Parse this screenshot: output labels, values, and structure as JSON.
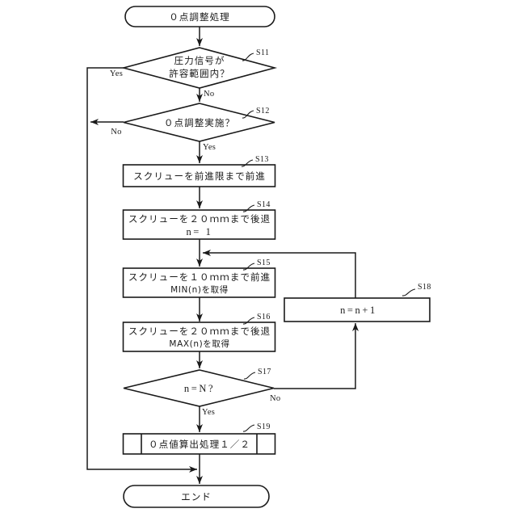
{
  "page": {
    "background_color": "#ffffff",
    "ink_color": "#1a1a1a"
  },
  "flowchart": {
    "start_label": "０点調整処理",
    "end_label": "エンド",
    "steps": {
      "s11": {
        "id": "S11",
        "type": "decision",
        "line1": "圧力信号が",
        "line2": "許容範囲内？",
        "branch_yes": "Yes",
        "branch_no": "No"
      },
      "s12": {
        "id": "S12",
        "type": "decision",
        "line1": "０点調整実施？",
        "branch_yes": "Yes",
        "branch_no": "No"
      },
      "s13": {
        "id": "S13",
        "type": "process",
        "line1": "スクリューを前進限まで前進"
      },
      "s14": {
        "id": "S14",
        "type": "process",
        "line1": "スクリューを２０ｍｍまで後退",
        "line2": "n= 1"
      },
      "s15": {
        "id": "S15",
        "type": "process",
        "line1": "スクリューを１０ｍｍまで前進",
        "line2": "MIN(n)を取得"
      },
      "s16": {
        "id": "S16",
        "type": "process",
        "line1": "スクリューを２０ｍｍまで後退",
        "line2": "MAX(n)を取得"
      },
      "s17": {
        "id": "S17",
        "type": "decision",
        "line1": "n=N?",
        "branch_yes": "Yes",
        "branch_no": "No"
      },
      "s18": {
        "id": "S18",
        "type": "process",
        "line1": "n=n+1"
      },
      "s19": {
        "id": "S19",
        "type": "predefined-process",
        "line1": "０点値算出処理１／２"
      }
    }
  }
}
